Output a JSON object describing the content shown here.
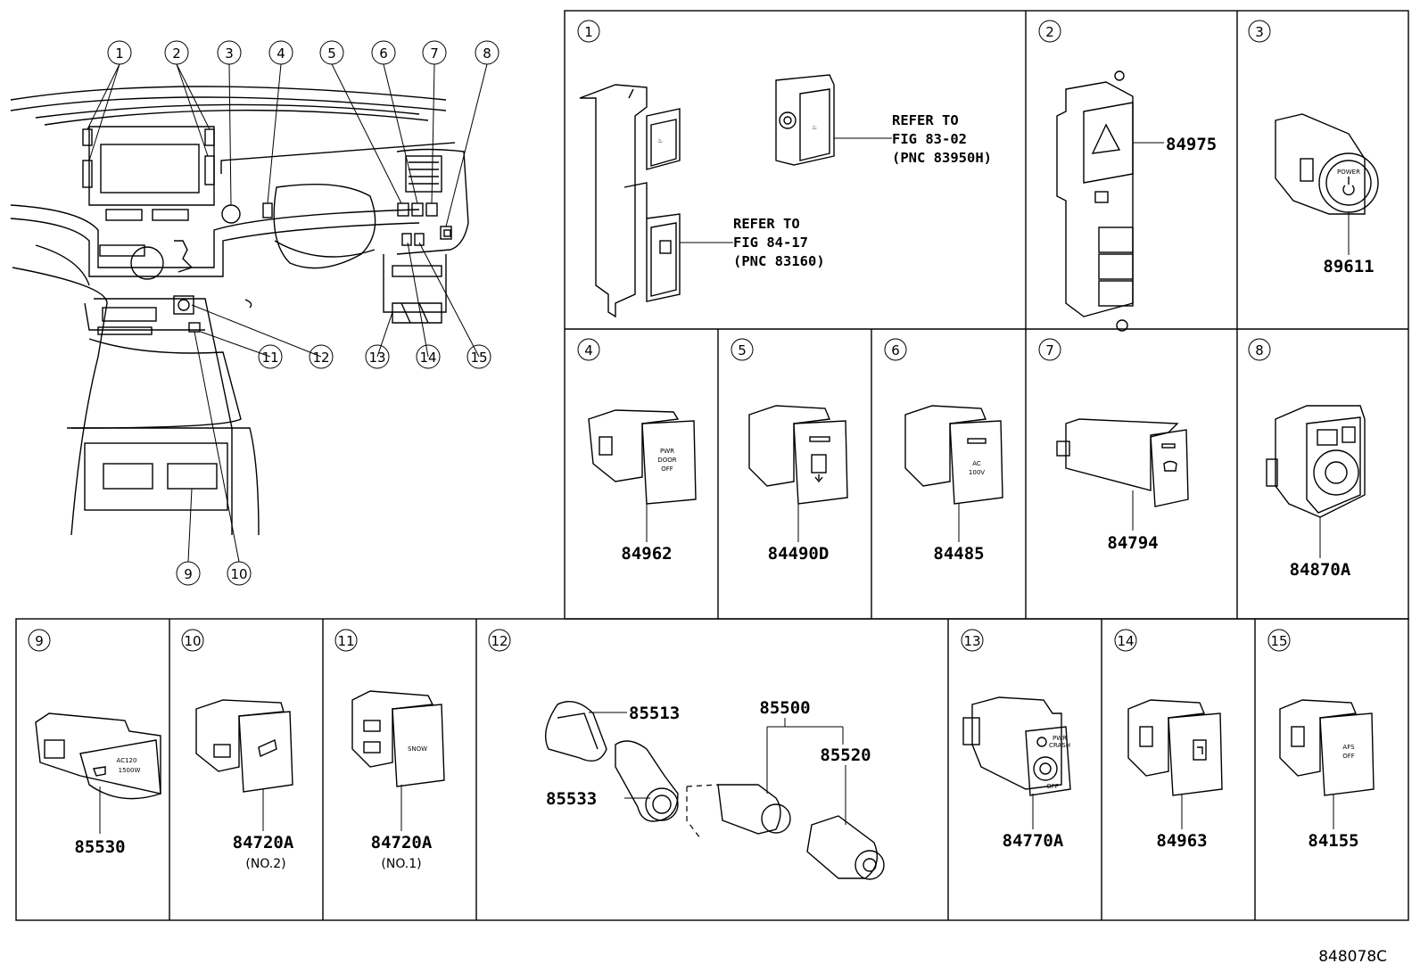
{
  "figure_id": "848078C",
  "overview_callouts": [
    "1",
    "2",
    "3",
    "4",
    "5",
    "6",
    "7",
    "8",
    "9",
    "10",
    "11",
    "12",
    "13",
    "14",
    "15"
  ],
  "panels": [
    {
      "id": "1",
      "refs": [
        {
          "line1": "REFER TO",
          "line2": "FIG 83-02",
          "line3": "(PNC 83950H)"
        },
        {
          "line1": "REFER TO",
          "line2": "FIG 84-17",
          "line3": "(PNC 83160)"
        }
      ]
    },
    {
      "id": "2",
      "part": "84975"
    },
    {
      "id": "3",
      "part": "89611"
    },
    {
      "id": "4",
      "part": "84962"
    },
    {
      "id": "5",
      "part": "84490D"
    },
    {
      "id": "6",
      "part": "84485"
    },
    {
      "id": "7",
      "part": "84794"
    },
    {
      "id": "8",
      "part": "84870A"
    },
    {
      "id": "9",
      "part": "85530"
    },
    {
      "id": "10",
      "part": "84720A",
      "note": "(NO.2)"
    },
    {
      "id": "11",
      "part": "84720A",
      "note": "(NO.1)"
    },
    {
      "id": "12",
      "parts": [
        "85513",
        "85500",
        "85520",
        "85533"
      ]
    },
    {
      "id": "13",
      "part": "84770A"
    },
    {
      "id": "14",
      "part": "84963"
    },
    {
      "id": "15",
      "part": "84155"
    }
  ],
  "switch_labels": {
    "s4": [
      "PWR",
      "DOOR",
      "OFF"
    ],
    "s6": [
      "AC",
      "100V"
    ],
    "s9": [
      "AC120",
      "1500W"
    ],
    "s11": "SNOW",
    "s13_top": "PWR",
    "s13_top2": "CRASH",
    "s13_bot": "OFF",
    "s15": [
      "AFS",
      "OFF"
    ],
    "s3": "POWER"
  }
}
